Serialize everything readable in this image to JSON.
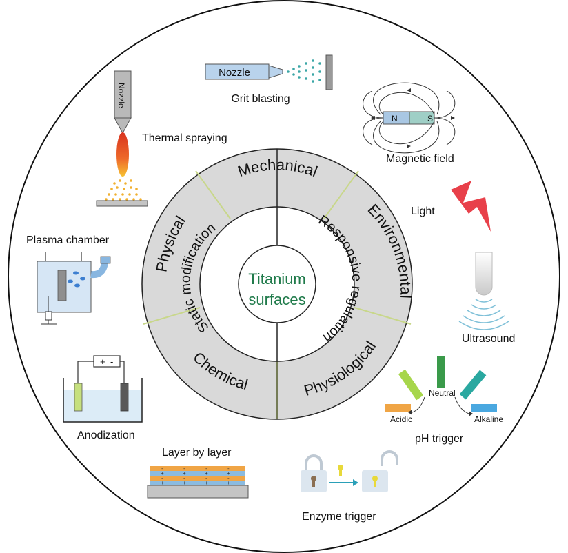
{
  "center": {
    "line1": "Titanium",
    "line2": "surfaces"
  },
  "inner_ring": {
    "left": "Static modification",
    "right": "Responsive regulation"
  },
  "outer_ring": {
    "top": "Mechanical",
    "left": "Physical",
    "bottom_left": "Chemical",
    "right": "Environmental",
    "bottom_right": "Physiological"
  },
  "methods": {
    "grit_blasting": "Grit blasting",
    "thermal_spraying": "Thermal spraying",
    "plasma_chamber": "Plasma chamber",
    "anodization": "Anodization",
    "layer_by_layer": "Layer by layer",
    "magnetic_field": "Magnetic field",
    "light": "Light",
    "ultrasound": "Ultrasound",
    "ph_trigger": "pH trigger",
    "enzyme_trigger": "Enzyme trigger"
  },
  "labels": {
    "nozzle": "Nozzle",
    "magnet_n": "N",
    "magnet_s": "S",
    "neutral": "Neutral",
    "acidic": "Acidic",
    "alkaline": "Alkaline",
    "plus": "+",
    "minus": "-"
  },
  "colors": {
    "ring_fill": "#d9d9d9",
    "divider": "#c8d78a",
    "center_text": "#1f7a4a",
    "flame": "#e8542a",
    "light_bolt": "#e8404a",
    "magnet_n": "#a9c7e3",
    "magnet_s": "#9fcfc6",
    "layer_orange": "#f0a545",
    "layer_blue": "#8bbbe0",
    "acidic": "#f0a545",
    "neutral": "#3a9a4a",
    "alkaline": "#4aa8e0",
    "lime": "#a7d64b",
    "teal": "#2aa8a0"
  }
}
